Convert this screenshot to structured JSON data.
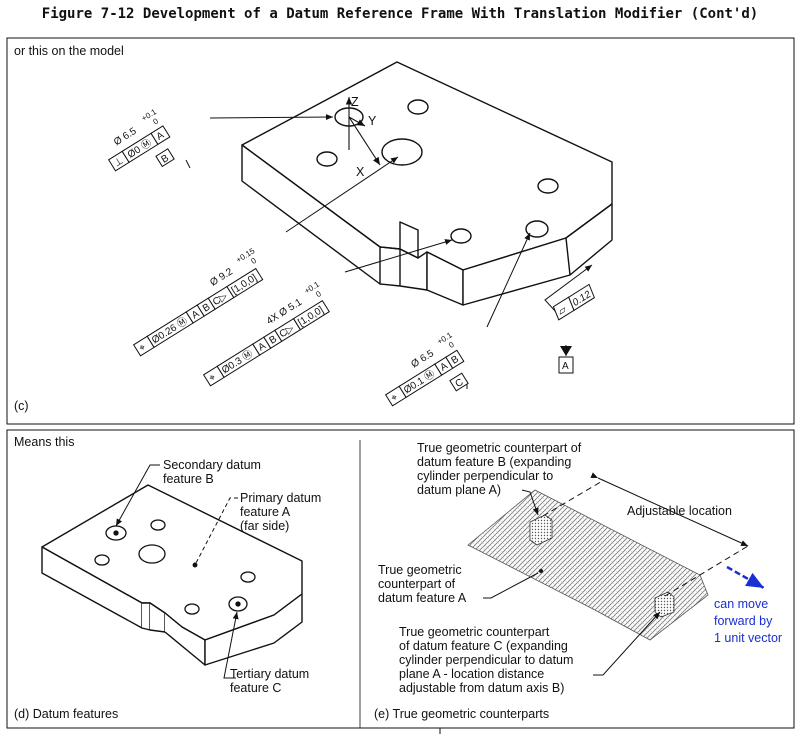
{
  "figure_title": "Figure 7-12 Development of a Datum Reference Frame With Translation Modifier (Cont'd)",
  "panel_c": {
    "header": "or this on the model",
    "label": "(c)",
    "axes": {
      "z": "Z",
      "y": "Y",
      "x": "X"
    },
    "fcf_top": {
      "size": "Ø 6.5",
      "tol_plus": "+0.1",
      "tol_minus": "0",
      "cells": [
        "⊥",
        "Ø0 Ⓜ",
        "A"
      ],
      "datum": "B"
    },
    "fcf_mid": {
      "size": "Ø 9.2",
      "tol_plus": "+0.15",
      "tol_minus": "0",
      "cells": [
        "⌖",
        "Ø0.26 Ⓜ",
        "A",
        "B",
        "C▷",
        "[1,0,0]"
      ]
    },
    "fcf_low": {
      "size": "4X Ø 5.1",
      "tol_plus": "+0.1",
      "tol_minus": "0",
      "cells": [
        "⌖",
        "Ø0.3 Ⓜ",
        "A",
        "B",
        "C▷",
        "[1,0,0]"
      ]
    },
    "fcf_right": {
      "size": "Ø 6.5",
      "tol_plus": "+0.1",
      "tol_minus": "0",
      "cells": [
        "⌖",
        "Ø0.1 Ⓜ",
        "A",
        "B"
      ],
      "datum": "C"
    },
    "flatness": {
      "cells": [
        "▱",
        "0.12"
      ],
      "datum": "A"
    }
  },
  "panel_d": {
    "header": "Means this",
    "label": "(d) Datum features",
    "secondary": [
      "Secondary datum",
      "feature B"
    ],
    "primary": [
      "Primary datum",
      "feature A",
      "(far side)"
    ],
    "tertiary": [
      "Tertiary datum",
      "feature C"
    ]
  },
  "panel_e": {
    "label": "(e) True geometric counterparts",
    "counterpart_b": [
      "True geometric counterpart of",
      "datum feature B (expanding",
      "cylinder perpendicular to",
      "datum plane A)"
    ],
    "adjustable": "Adjustable location",
    "counterpart_a": [
      "True geometric",
      "counterpart of",
      "datum feature A"
    ],
    "counterpart_c": [
      "True geometric counterpart",
      "of datum feature C (expanding",
      "cylinder perpendicular to datum",
      "plane A - location distance",
      "adjustable from datum axis B)"
    ],
    "note": [
      "can move",
      "forward by",
      "1 unit vector"
    ],
    "note_color": "#1a2fd1"
  }
}
